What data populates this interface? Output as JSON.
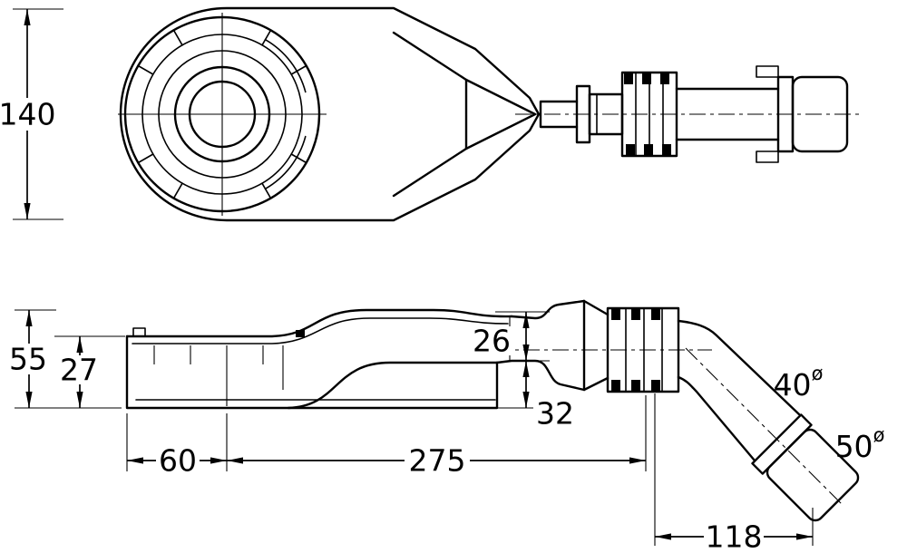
{
  "dims": {
    "d140": "140",
    "d55": "55",
    "d27": "27",
    "d26": "26",
    "d32": "32",
    "d60": "60",
    "d275": "275",
    "d118": "118",
    "d40": "40",
    "d50": "50",
    "dia": "ø"
  },
  "style": {
    "line_color": "#000000",
    "background_color": "#ffffff"
  }
}
